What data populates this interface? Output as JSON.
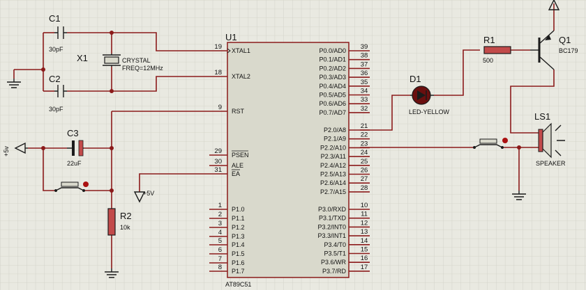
{
  "components": {
    "c1": {
      "ref": "C1",
      "value": "30pF"
    },
    "c2": {
      "ref": "C2",
      "value": "30pF"
    },
    "x1": {
      "ref": "X1",
      "type": "CRYSTAL",
      "freq": "FREQ=12MHz"
    },
    "c3": {
      "ref": "C3",
      "value": "22uF"
    },
    "r2": {
      "ref": "R2",
      "value": "10k"
    },
    "u1": {
      "ref": "U1",
      "part": "AT89C51"
    },
    "d1": {
      "ref": "D1",
      "value": "LED-YELLOW"
    },
    "r1": {
      "ref": "R1",
      "value": "500"
    },
    "q1": {
      "ref": "Q1",
      "value": "BC179"
    },
    "ls1": {
      "ref": "LS1",
      "value": "SPEAKER"
    },
    "vcc_left": "+5v",
    "vcc_mid": "+5V"
  },
  "u1_left_pins": [
    {
      "num": "19",
      "name": "XTAL1"
    },
    {
      "num": "18",
      "name": "XTAL2"
    },
    {
      "num": "9",
      "name": "RST"
    },
    {
      "num": "29",
      "name": "PSEN"
    },
    {
      "num": "30",
      "name": "ALE"
    },
    {
      "num": "31",
      "name": "EA"
    },
    {
      "num": "1",
      "name": "P1.0"
    },
    {
      "num": "2",
      "name": "P1.1"
    },
    {
      "num": "3",
      "name": "P1.2"
    },
    {
      "num": "4",
      "name": "P1.3"
    },
    {
      "num": "5",
      "name": "P1.4"
    },
    {
      "num": "6",
      "name": "P1.5"
    },
    {
      "num": "7",
      "name": "P1.6"
    },
    {
      "num": "8",
      "name": "P1.7"
    }
  ],
  "u1_right_pins": [
    {
      "num": "39",
      "name": "P0.0/AD0"
    },
    {
      "num": "38",
      "name": "P0.1/AD1"
    },
    {
      "num": "37",
      "name": "P0.2/AD2"
    },
    {
      "num": "36",
      "name": "P0.3/AD3"
    },
    {
      "num": "35",
      "name": "P0.4/AD4"
    },
    {
      "num": "34",
      "name": "P0.5/AD5"
    },
    {
      "num": "33",
      "name": "P0.6/AD6"
    },
    {
      "num": "32",
      "name": "P0.7/AD7"
    },
    {
      "num": "21",
      "name": "P2.0/A8"
    },
    {
      "num": "22",
      "name": "P2.1/A9"
    },
    {
      "num": "23",
      "name": "P2.2/A10"
    },
    {
      "num": "24",
      "name": "P2.3/A11"
    },
    {
      "num": "25",
      "name": "P2.4/A12"
    },
    {
      "num": "26",
      "name": "P2.5/A13"
    },
    {
      "num": "27",
      "name": "P2.6/A14"
    },
    {
      "num": "28",
      "name": "P2.7/A15"
    },
    {
      "num": "10",
      "name": "P3.0/RXD"
    },
    {
      "num": "11",
      "name": "P3.1/TXD"
    },
    {
      "num": "12",
      "name": "P3.2/INT0"
    },
    {
      "num": "13",
      "name": "P3.3/INT1"
    },
    {
      "num": "14",
      "name": "P3.4/T0"
    },
    {
      "num": "15",
      "name": "P3.5/T1"
    },
    {
      "num": "16",
      "name": "P3.6/WR"
    },
    {
      "num": "17",
      "name": "P3.7/RD"
    }
  ]
}
